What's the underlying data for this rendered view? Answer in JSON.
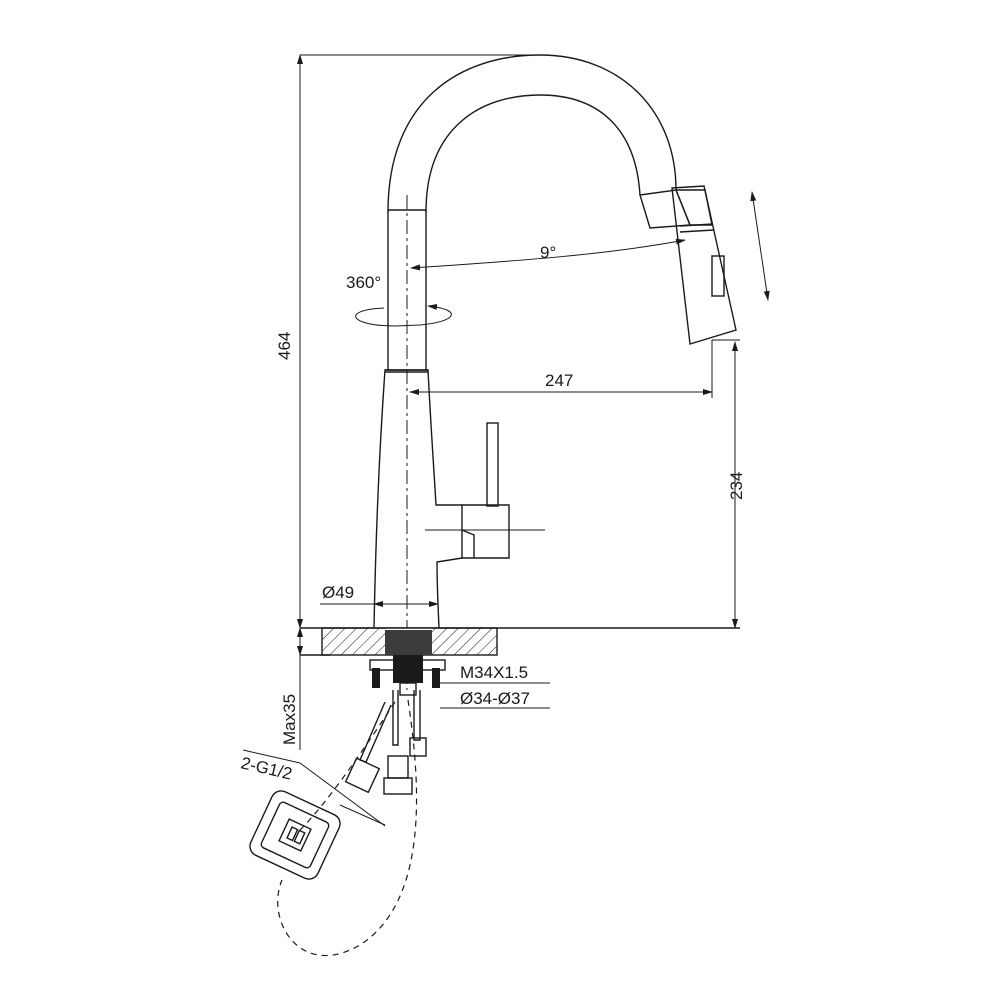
{
  "dimensions": {
    "height_total": "464",
    "spout_reach": "247",
    "spout_height": "234",
    "spray_angle": "9°",
    "swivel": "360°",
    "body_diameter": "Ø49",
    "thread": "M34X1.5",
    "hole_diameter": "Ø34-Ø37",
    "max_counter_thickness": "Max35",
    "hose_connection": "2-G1/2"
  }
}
